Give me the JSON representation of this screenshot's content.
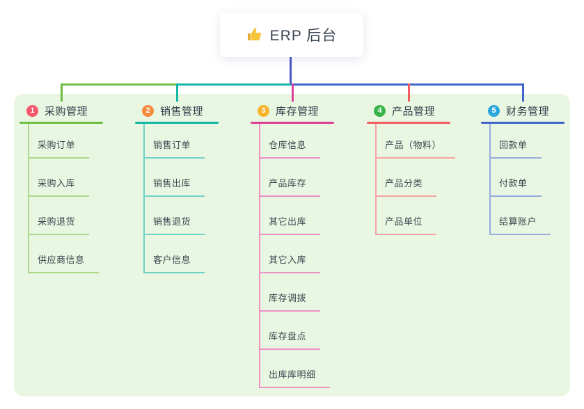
{
  "root": {
    "title": "ERP 后台",
    "icon": "thumbs-up-icon"
  },
  "canvas": {
    "panel_bg": "#e9f6e2",
    "background": "#ffffff"
  },
  "connector": {
    "trunk_color": "#4a55c4",
    "segments": [
      {
        "name": "left-green",
        "color": "#6dbf40"
      },
      {
        "name": "mid-teal",
        "color": "#13b5a5"
      },
      {
        "name": "right-blue",
        "color": "#4164cd"
      }
    ]
  },
  "branches": [
    {
      "badge": "1",
      "label": "采购管理",
      "badge_color": "#f4586b",
      "line_color": "#6dbf40",
      "item_line_color": "#abd88a",
      "items": [
        "采购订单",
        "采购入库",
        "采购退货",
        "供应商信息"
      ]
    },
    {
      "badge": "2",
      "label": "销售管理",
      "badge_color": "#f68b3f",
      "line_color": "#13b5a5",
      "item_line_color": "#6fd3c6",
      "items": [
        "销售订单",
        "销售出库",
        "销售退货",
        "客户信息"
      ]
    },
    {
      "badge": "3",
      "label": "库存管理",
      "badge_color": "#f7b32b",
      "line_color": "#d94097",
      "item_line_color": "#ef91c6",
      "items": [
        "仓库信息",
        "产品库存",
        "其它出库",
        "其它入库",
        "库存调拨",
        "库存盘点",
        "出库库明细"
      ]
    },
    {
      "badge": "4",
      "label": "产品管理",
      "badge_color": "#38b54a",
      "line_color": "#f25b60",
      "item_line_color": "#f7a3a3",
      "items": [
        "产品（物料）",
        "产品分类",
        "产品单位"
      ]
    },
    {
      "badge": "5",
      "label": "财务管理",
      "badge_color": "#2aa7de",
      "line_color": "#4164cd",
      "item_line_color": "#97abe0",
      "items": [
        "回款单",
        "付款单",
        "结算账户"
      ]
    }
  ]
}
